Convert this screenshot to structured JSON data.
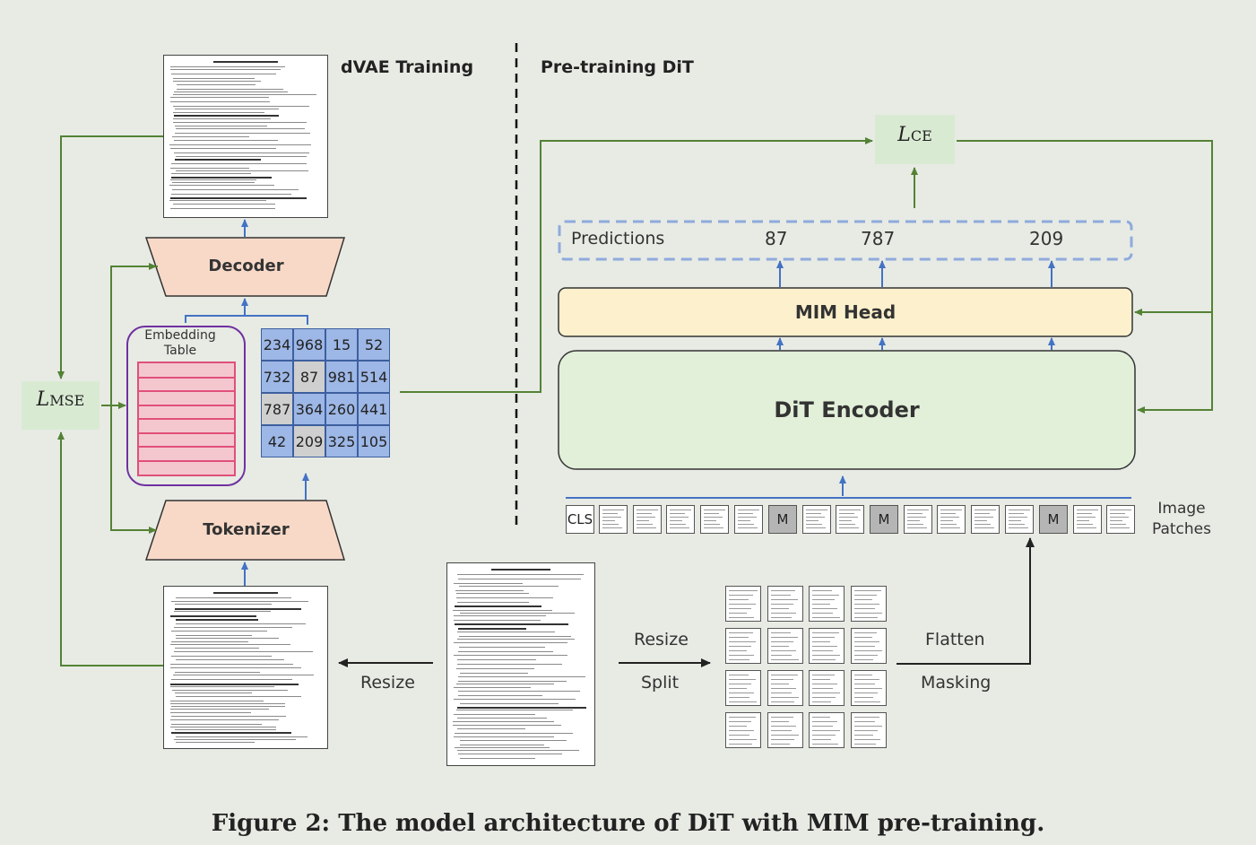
{
  "sections": {
    "left_title": "dVAE Training",
    "right_title": "Pre-training DiT"
  },
  "dvae": {
    "decoder_label": "Decoder",
    "tokenizer_label": "Tokenizer",
    "embedding_table_label": "Embedding Table",
    "embedding_rows": 8,
    "loss_label": "L",
    "loss_subscript": "MSE",
    "token_grid": [
      [
        "234",
        "968",
        "15",
        "52"
      ],
      [
        "732",
        "87",
        "981",
        "514"
      ],
      [
        "787",
        "364",
        "260",
        "441"
      ],
      [
        "42",
        "209",
        "325",
        "105"
      ]
    ],
    "gray_cells": [
      [
        1,
        1
      ],
      [
        2,
        0
      ],
      [
        3,
        1
      ]
    ]
  },
  "dit": {
    "loss_label": "L",
    "loss_subscript": "CE",
    "predictions_label": "Predictions",
    "predictions": [
      "87",
      "787",
      "209"
    ],
    "mim_head_label": "MIM Head",
    "encoder_label": "DiT Encoder",
    "patches": [
      "CLS",
      "",
      "",
      "",
      "",
      "",
      "M",
      "",
      "",
      "M",
      "",
      "",
      "",
      "",
      "M",
      "",
      ""
    ],
    "patches_label_line1": "Image",
    "patches_label_line2": "Patches"
  },
  "pipeline": {
    "resize_left": "Resize",
    "resize_split_top": "Resize",
    "resize_split_bottom": "Split",
    "flatten": "Flatten",
    "masking": "Masking"
  },
  "colors": {
    "background": "#e7ebe4",
    "arrow_green": "#548235",
    "arrow_blue": "#4472c4",
    "trapezoid_fill": "#f8d9c8",
    "grid_blue": "#9db7e6",
    "mim_head_fill": "#fdf0cc",
    "encoder_fill": "#e2efd9",
    "embedding_border": "#7030a0",
    "embedding_rows": "#f4c7cf",
    "loss_box": "#d9ead3"
  },
  "caption": "Figure 2: The model architecture of DiT with MIM pre-training."
}
